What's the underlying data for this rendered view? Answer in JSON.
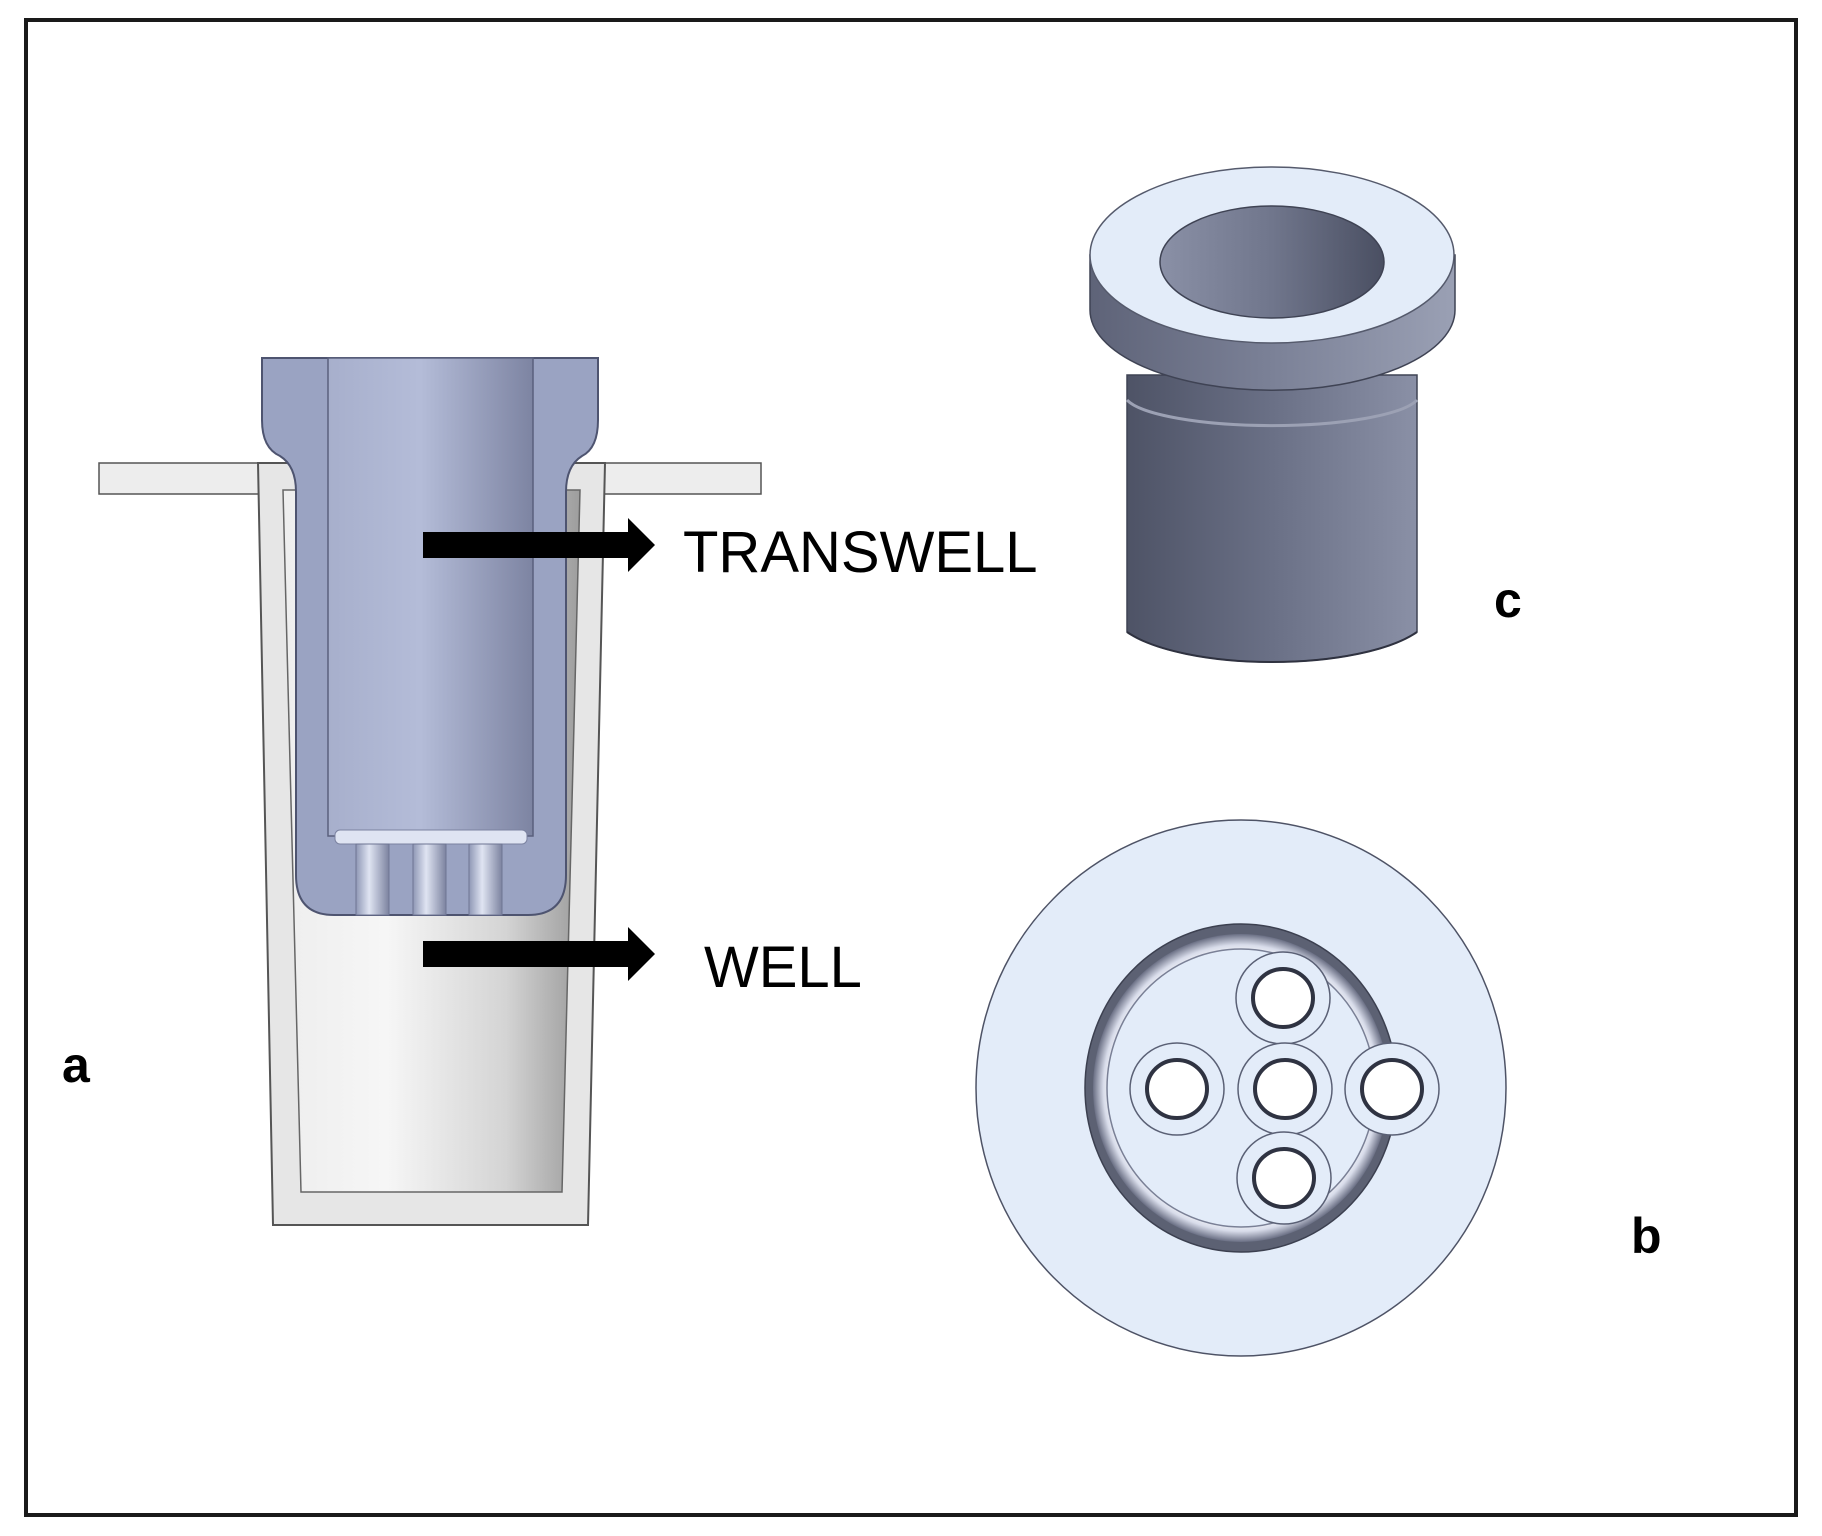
{
  "labels": {
    "transwell": "TRANSWELL",
    "well": "WELL",
    "panel_a": "a",
    "panel_b": "b",
    "panel_c": "c"
  },
  "colors": {
    "frame": "#000000",
    "arrow": "#000000",
    "transwell_body": "#9aa3c2",
    "transwell_light": "#e3ecf9",
    "well_body": "#e4e4e4",
    "insert_dark": "#5c6173"
  }
}
